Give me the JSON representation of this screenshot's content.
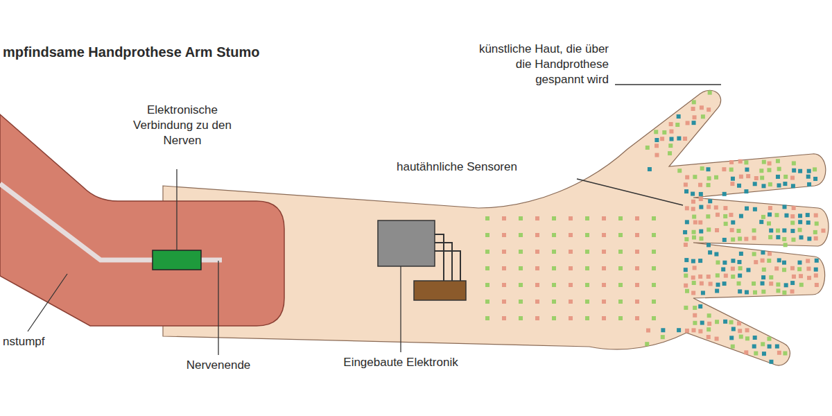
{
  "diagram": {
    "title": "mpfindsame Handprothese Arm Stumo",
    "labels": [
      "Elektronische Verbindung zu den Nerven",
      "künstliche Haut, die über die Handprothese gespannt wird",
      "hautähnliche Sensoren",
      "nstumpf",
      "Nervenende",
      "Eingebaute Elektronik"
    ]
  }
}
